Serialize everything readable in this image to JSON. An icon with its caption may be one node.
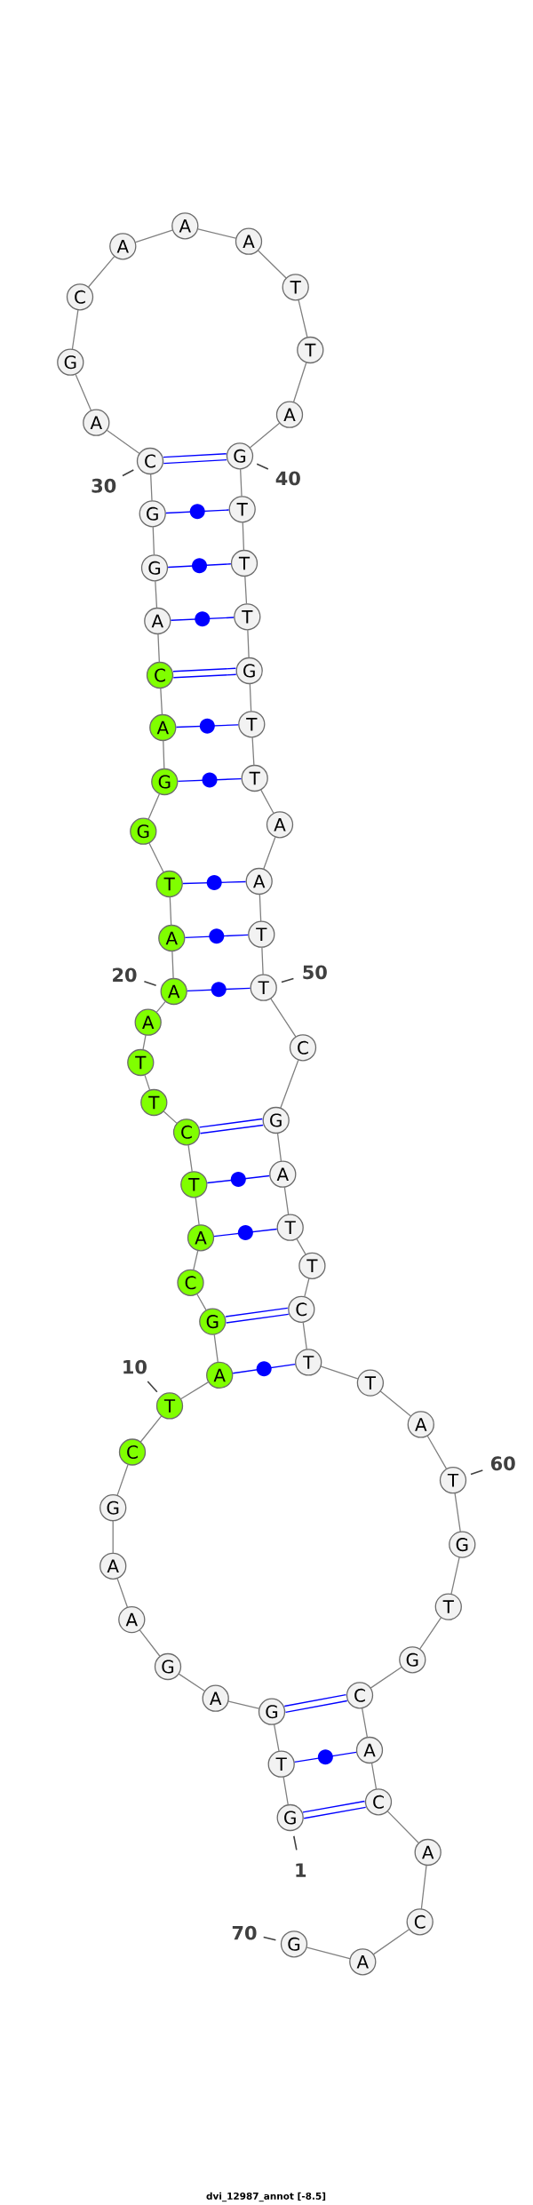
{
  "diagram": {
    "caption": "dvi_12987_annot [-8.5]",
    "nodes": [
      {
        "text": [
          "G"
        ]
      },
      {
        "text": [
          "T"
        ]
      },
      {
        "text": [
          "G"
        ]
      },
      {
        "text": [
          "A"
        ]
      },
      {
        "text": [
          "G"
        ]
      },
      {
        "text": [
          "A"
        ]
      },
      {
        "text": [
          "A"
        ]
      },
      {
        "text": [
          "G"
        ]
      },
      {
        "text": [
          "C"
        ]
      },
      {
        "text": [
          "T"
        ]
      },
      {
        "text": [
          "A"
        ]
      },
      {
        "text": [
          "G"
        ]
      },
      {
        "text": [
          "C"
        ]
      },
      {
        "text": [
          "A"
        ]
      },
      {
        "text": [
          "T"
        ]
      },
      {
        "text": [
          "C"
        ]
      },
      {
        "text": [
          "T"
        ]
      },
      {
        "text": [
          "T"
        ]
      },
      {
        "text": [
          "A"
        ]
      },
      {
        "text": [
          "A"
        ]
      },
      {
        "text": [
          "A"
        ]
      },
      {
        "text": [
          "T"
        ]
      },
      {
        "text": [
          "G"
        ]
      },
      {
        "text": [
          "G"
        ]
      },
      {
        "text": [
          "A"
        ]
      },
      {
        "text": [
          "C"
        ]
      },
      {
        "text": [
          "A"
        ]
      },
      {
        "text": [
          "G"
        ]
      },
      {
        "text": [
          "G"
        ]
      },
      {
        "text": [
          "C"
        ]
      },
      {
        "text": [
          "A"
        ]
      },
      {
        "text": [
          "G"
        ]
      },
      {
        "text": [
          "C"
        ]
      },
      {
        "text": [
          "A"
        ]
      },
      {
        "text": [
          "A"
        ]
      },
      {
        "text": [
          "A"
        ]
      },
      {
        "text": [
          "T"
        ]
      },
      {
        "text": [
          "T"
        ]
      },
      {
        "text": [
          "A"
        ]
      },
      {
        "text": [
          "G"
        ]
      },
      {
        "text": [
          "T"
        ]
      },
      {
        "text": [
          "T"
        ]
      },
      {
        "text": [
          "T"
        ]
      },
      {
        "text": [
          "G"
        ]
      },
      {
        "text": [
          "T"
        ]
      },
      {
        "text": [
          "T"
        ]
      },
      {
        "text": [
          "A"
        ]
      },
      {
        "text": [
          "A"
        ]
      },
      {
        "text": [
          "T"
        ]
      },
      {
        "text": [
          "T"
        ]
      },
      {
        "text": [
          "C"
        ]
      },
      {
        "text": [
          "G"
        ]
      },
      {
        "text": [
          "A"
        ]
      },
      {
        "text": [
          "T"
        ]
      },
      {
        "text": [
          "T"
        ]
      },
      {
        "text": [
          "C"
        ]
      },
      {
        "text": [
          "T"
        ]
      },
      {
        "text": [
          "T"
        ]
      },
      {
        "text": [
          "A"
        ]
      },
      {
        "text": [
          "T"
        ]
      },
      {
        "text": [
          "G"
        ]
      },
      {
        "text": [
          "T"
        ]
      },
      {
        "text": [
          "G"
        ]
      },
      {
        "text": [
          "C"
        ]
      },
      {
        "text": [
          "A"
        ]
      },
      {
        "text": [
          "C"
        ]
      },
      {
        "text": [
          "A"
        ]
      },
      {
        "text": [
          "C"
        ]
      },
      {
        "text": [
          "A"
        ]
      },
      {
        "text": [
          "G"
        ]
      },
      {
        "text": [
          "1"
        ]
      },
      {
        "text": [
          "10"
        ]
      },
      {
        "text": [
          "20"
        ]
      },
      {
        "text": [
          "30"
        ]
      },
      {
        "text": [
          "40"
        ]
      },
      {
        "text": [
          "50"
        ]
      },
      {
        "text": [
          "60"
        ]
      },
      {
        "text": [
          "70"
        ]
      }
    ],
    "edges": [
      {
        "from": 0,
        "to": 1,
        "arrow": "none"
      },
      {
        "from": 1,
        "to": 2,
        "arrow": "none"
      },
      {
        "from": 2,
        "to": 3,
        "arrow": "none"
      },
      {
        "from": 3,
        "to": 4,
        "arrow": "none"
      },
      {
        "from": 4,
        "to": 5,
        "arrow": "none"
      },
      {
        "from": 5,
        "to": 6,
        "arrow": "none"
      },
      {
        "from": 6,
        "to": 7,
        "arrow": "none"
      },
      {
        "from": 7,
        "to": 8,
        "arrow": "none"
      },
      {
        "from": 8,
        "to": 9,
        "arrow": "none"
      },
      {
        "from": 9,
        "to": 10,
        "arrow": "none"
      },
      {
        "from": 10,
        "to": 11,
        "arrow": "none"
      },
      {
        "from": 11,
        "to": 12,
        "arrow": "none"
      },
      {
        "from": 12,
        "to": 13,
        "arrow": "none"
      },
      {
        "from": 13,
        "to": 14,
        "arrow": "none"
      },
      {
        "from": 14,
        "to": 15,
        "arrow": "none"
      },
      {
        "from": 15,
        "to": 16,
        "arrow": "none"
      },
      {
        "from": 16,
        "to": 17,
        "arrow": "none"
      },
      {
        "from": 17,
        "to": 18,
        "arrow": "none"
      },
      {
        "from": 18,
        "to": 19,
        "arrow": "none"
      },
      {
        "from": 19,
        "to": 20,
        "arrow": "none"
      },
      {
        "from": 20,
        "to": 21,
        "arrow": "none"
      },
      {
        "from": 21,
        "to": 22,
        "arrow": "none"
      },
      {
        "from": 22,
        "to": 23,
        "arrow": "none"
      },
      {
        "from": 23,
        "to": 24,
        "arrow": "none"
      },
      {
        "from": 24,
        "to": 25,
        "arrow": "none"
      },
      {
        "from": 25,
        "to": 26,
        "arrow": "none"
      },
      {
        "from": 26,
        "to": 27,
        "arrow": "none"
      },
      {
        "from": 27,
        "to": 28,
        "arrow": "none"
      },
      {
        "from": 28,
        "to": 29,
        "arrow": "none"
      },
      {
        "from": 29,
        "to": 30,
        "arrow": "none"
      },
      {
        "from": 30,
        "to": 31,
        "arrow": "none"
      },
      {
        "from": 31,
        "to": 32,
        "arrow": "none"
      },
      {
        "from": 32,
        "to": 33,
        "arrow": "none"
      },
      {
        "from": 33,
        "to": 34,
        "arrow": "none"
      },
      {
        "from": 34,
        "to": 35,
        "arrow": "none"
      },
      {
        "from": 35,
        "to": 36,
        "arrow": "none"
      },
      {
        "from": 36,
        "to": 37,
        "arrow": "none"
      },
      {
        "from": 37,
        "to": 38,
        "arrow": "none"
      },
      {
        "from": 38,
        "to": 39,
        "arrow": "none"
      },
      {
        "from": 39,
        "to": 40,
        "arrow": "none"
      },
      {
        "from": 40,
        "to": 41,
        "arrow": "none"
      },
      {
        "from": 41,
        "to": 42,
        "arrow": "none"
      },
      {
        "from": 42,
        "to": 43,
        "arrow": "none"
      },
      {
        "from": 43,
        "to": 44,
        "arrow": "none"
      },
      {
        "from": 44,
        "to": 45,
        "arrow": "none"
      },
      {
        "from": 45,
        "to": 46,
        "arrow": "none"
      },
      {
        "from": 46,
        "to": 47,
        "arrow": "none"
      },
      {
        "from": 47,
        "to": 48,
        "arrow": "none"
      },
      {
        "from": 48,
        "to": 49,
        "arrow": "none"
      },
      {
        "from": 49,
        "to": 50,
        "arrow": "none"
      },
      {
        "from": 50,
        "to": 51,
        "arrow": "none"
      },
      {
        "from": 51,
        "to": 52,
        "arrow": "none"
      },
      {
        "from": 52,
        "to": 53,
        "arrow": "none"
      },
      {
        "from": 53,
        "to": 54,
        "arrow": "none"
      },
      {
        "from": 54,
        "to": 55,
        "arrow": "none"
      },
      {
        "from": 55,
        "to": 56,
        "arrow": "none"
      },
      {
        "from": 56,
        "to": 57,
        "arrow": "none"
      },
      {
        "from": 57,
        "to": 58,
        "arrow": "none"
      },
      {
        "from": 58,
        "to": 59,
        "arrow": "none"
      },
      {
        "from": 59,
        "to": 60,
        "arrow": "none"
      },
      {
        "from": 60,
        "to": 61,
        "arrow": "none"
      },
      {
        "from": 61,
        "to": 62,
        "arrow": "none"
      },
      {
        "from": 62,
        "to": 63,
        "arrow": "none"
      },
      {
        "from": 63,
        "to": 64,
        "arrow": "none"
      },
      {
        "from": 64,
        "to": 65,
        "arrow": "none"
      },
      {
        "from": 65,
        "to": 66,
        "arrow": "none"
      },
      {
        "from": 66,
        "to": 67,
        "arrow": "none"
      },
      {
        "from": 67,
        "to": 68,
        "arrow": "none"
      },
      {
        "from": 68,
        "to": 69,
        "arrow": "none"
      },
      {
        "from": 29,
        "to": 39,
        "arrow": "none",
        "style": "thick",
        "color": "#0000ff"
      },
      {
        "from": 28,
        "to": 40,
        "arrow": "none",
        "color": "#0000ff"
      },
      {
        "from": 27,
        "to": 41,
        "arrow": "none",
        "color": "#0000ff"
      },
      {
        "from": 26,
        "to": 42,
        "arrow": "none",
        "color": "#0000ff"
      },
      {
        "from": 25,
        "to": 43,
        "arrow": "none",
        "style": "thick",
        "color": "#0000ff"
      },
      {
        "from": 24,
        "to": 44,
        "arrow": "none",
        "color": "#0000ff"
      },
      {
        "from": 23,
        "to": 45,
        "arrow": "none",
        "color": "#0000ff"
      },
      {
        "from": 21,
        "to": 47,
        "arrow": "none",
        "color": "#0000ff"
      },
      {
        "from": 20,
        "to": 48,
        "arrow": "none",
        "color": "#0000ff"
      },
      {
        "from": 19,
        "to": 49,
        "arrow": "none",
        "color": "#0000ff"
      },
      {
        "from": 15,
        "to": 51,
        "arrow": "none",
        "style": "thick",
        "color": "#0000ff"
      },
      {
        "from": 14,
        "to": 52,
        "arrow": "none",
        "color": "#0000ff"
      },
      {
        "from": 13,
        "to": 53,
        "arrow": "none",
        "color": "#0000ff"
      },
      {
        "from": 11,
        "to": 55,
        "arrow": "none",
        "style": "thick",
        "color": "#0000ff"
      },
      {
        "from": 10,
        "to": 56,
        "arrow": "none",
        "color": "#0000ff"
      },
      {
        "from": 2,
        "to": 63,
        "arrow": "none",
        "style": "thick",
        "color": "#0000ff"
      },
      {
        "from": 1,
        "to": 64,
        "arrow": "none",
        "color": "#0000ff"
      },
      {
        "from": 0,
        "to": 65,
        "arrow": "none",
        "style": "thick",
        "color": "#0000ff"
      },
      {
        "from": 70,
        "to": 0,
        "arrow": "none",
        "color": "#404040"
      },
      {
        "from": 71,
        "to": 9,
        "arrow": "none",
        "color": "#404040"
      },
      {
        "from": 72,
        "to": 19,
        "arrow": "none",
        "color": "#404040"
      },
      {
        "from": 73,
        "to": 29,
        "arrow": "none",
        "color": "#404040"
      },
      {
        "from": 74,
        "to": 39,
        "arrow": "none",
        "color": "#404040"
      },
      {
        "from": 75,
        "to": 49,
        "arrow": "none",
        "color": "#404040"
      },
      {
        "from": 76,
        "to": 59,
        "arrow": "none",
        "color": "#404040"
      },
      {
        "from": 77,
        "to": 69,
        "arrow": "none",
        "color": "#404040"
      }
    ]
  }
}
